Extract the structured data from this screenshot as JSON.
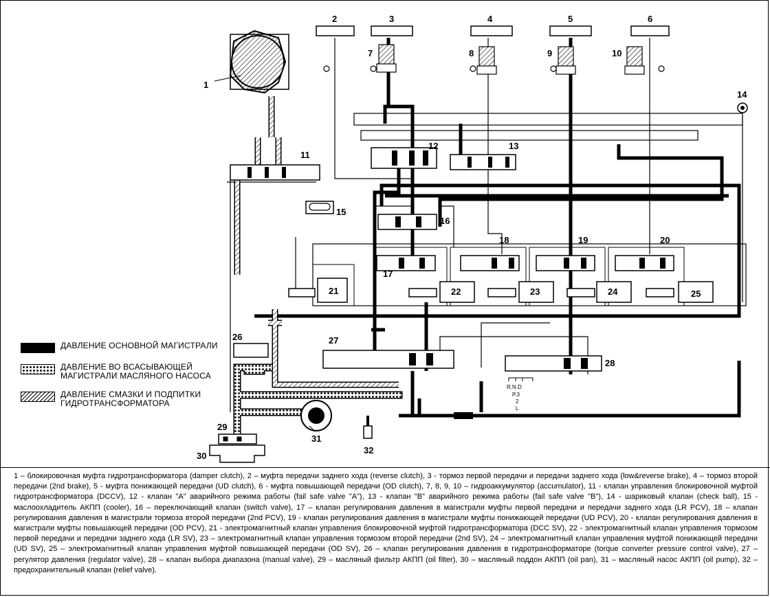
{
  "diagram": {
    "components": [
      {
        "n": "1",
        "name": "damper-clutch"
      },
      {
        "n": "2",
        "name": "reverse-clutch"
      },
      {
        "n": "3",
        "name": "low-reverse-brake"
      },
      {
        "n": "4",
        "name": "2nd-brake"
      },
      {
        "n": "5",
        "name": "ud-clutch"
      },
      {
        "n": "6",
        "name": "od-clutch"
      },
      {
        "n": "7",
        "name": "accumulator-7"
      },
      {
        "n": "8",
        "name": "accumulator-8"
      },
      {
        "n": "9",
        "name": "accumulator-9"
      },
      {
        "n": "10",
        "name": "accumulator-10"
      },
      {
        "n": "11",
        "name": "dccv"
      },
      {
        "n": "12",
        "name": "fail-safe-valve-a"
      },
      {
        "n": "13",
        "name": "fail-safe-valve-b"
      },
      {
        "n": "14",
        "name": "check-ball"
      },
      {
        "n": "15",
        "name": "cooler"
      },
      {
        "n": "16",
        "name": "switch-valve"
      },
      {
        "n": "17",
        "name": "lr-pcv"
      },
      {
        "n": "18",
        "name": "2nd-pcv"
      },
      {
        "n": "19",
        "name": "ud-pcv"
      },
      {
        "n": "20",
        "name": "od-pcv"
      },
      {
        "n": "21",
        "name": "dcc-sv"
      },
      {
        "n": "22",
        "name": "lr-sv"
      },
      {
        "n": "23",
        "name": "2nd-sv"
      },
      {
        "n": "24",
        "name": "ud-sv"
      },
      {
        "n": "25",
        "name": "od-sv"
      },
      {
        "n": "26",
        "name": "torque-converter-pcv"
      },
      {
        "n": "27",
        "name": "regulator-valve"
      },
      {
        "n": "28",
        "name": "manual-valve"
      },
      {
        "n": "29",
        "name": "oil-filter"
      },
      {
        "n": "30",
        "name": "oil-pan"
      },
      {
        "n": "31",
        "name": "oil-pump"
      },
      {
        "n": "32",
        "name": "relief-valve"
      }
    ],
    "manual_positions": [
      "R.N.D",
      "P.3",
      "2",
      "L"
    ]
  },
  "legend": [
    {
      "key": "main",
      "text": "ДАВЛЕНИЕ ОСНОВНОЙ МАГИСТРАЛИ"
    },
    {
      "key": "suction",
      "text": "ДАВЛЕНИЕ ВО ВСАСЫВАЮЩЕЙ МАГИСТРАЛИ МАСЛЯНОГО НАСОСА"
    },
    {
      "key": "lube",
      "text": "ДАВЛЕНИЕ СМАЗКИ И ПОДПИТКИ ГИДРОТРАНСФОРМАТОРА"
    }
  ],
  "caption": "1 – блокировочная муфта гидротрансформатора (damper clutch), 2 – муфта передачи заднего хода (reverse clutch), 3 - тормоз первой передачи и передачи заднего хода (low&reverse brake), 4 – тормоз второй передачи (2nd brake), 5 - муфта понижающей передачи (UD clutch), 6 - муфта повышающей передачи (OD clutch), 7, 8, 9, 10 – гидроаккумулятор (accumulator), 11 - клапан управления блокировочной муфтой гидротрансформатора (DCCV), 12 - клапан \"A\" аварийного режима работы (fail safe valve \"A\"), 13 - клапан \"B\" аварийного режима работы (fail safe valve \"B\"), 14 - шариковый клапан (check ball), 15 - маслоохладитель АКПП (cooler), 16 – переключающий клапан (switch valve), 17 – клапан регулирования давления в магистрали муфты первой передачи и передачи заднего хода (LR PCV), 18 – клапан регулирования давления в магистрали тормоза второй передачи (2nd PCV), 19 - клапан регулирования давления в магистрали муфты понижающей передачи (UD PCV), 20 - клапан регулирования давления в магистрали муфты повышающей передачи (OD PCV), 21 - электромагнитный клапан управления блокировочной муфтой гидротрансформатора (DCC SV), 22 - электромагнитный клапан управления тормозом первой передачи и передачи заднего хода (LR SV), 23 – электромагнитный клапан управления тормозом второй передачи (2nd SV), 24 – электромагнитный клапан управления муфтой понижающей передачи (UD SV), 25 – электромагнитный клапан управления муфтой повышающей передачи (OD SV), 26 – клапан регулирования давления в гидротрансформаторе (torque converter pressure control valve), 27 – регулятор давления (regulator valve), 28 – клапан выбора диапазона (manual valve), 29 – масляный фильтр АКПП (oil filter), 30 – масляный поддон АКПП (oil pan), 31 – масляный насос АКПП (oil pump), 32 – предохранительный клапан (relief valve)."
}
